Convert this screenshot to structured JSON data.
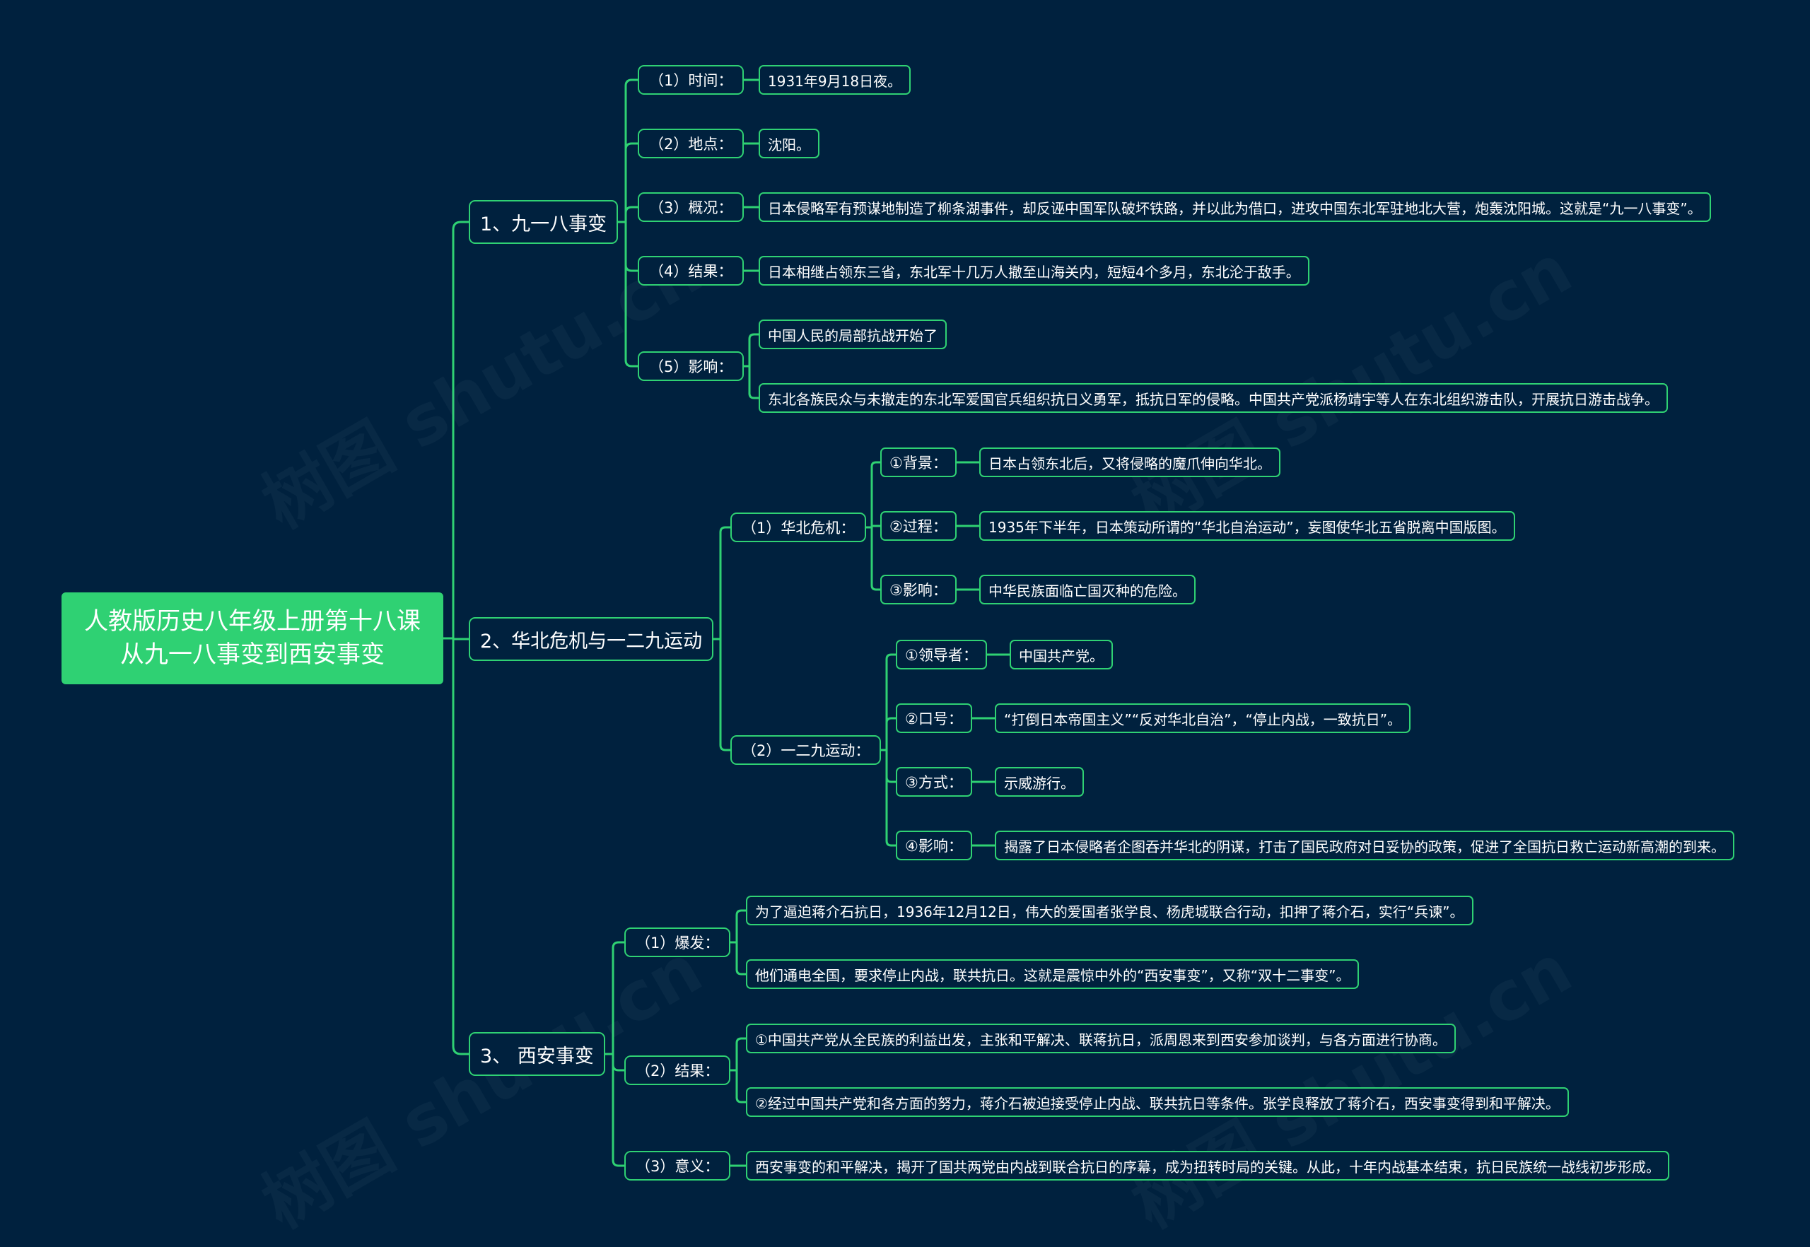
{
  "watermark": "树图 shutu.cn",
  "colors": {
    "background": "#00213e",
    "accent": "#2fd173"
  },
  "root": {
    "line1": "人教版历史八年级上册第十八课",
    "line2": "从九一八事变到西安事变"
  },
  "sections": [
    {
      "label": "1、九一八事变",
      "items": [
        {
          "label": "（1）时间：",
          "leaves": [
            "1931年9月18日夜。"
          ]
        },
        {
          "label": "（2）地点：",
          "leaves": [
            "沈阳。"
          ]
        },
        {
          "label": "（3）概况：",
          "leaves": [
            "日本侵略军有预谋地制造了柳条湖事件，却反诬中国军队破坏铁路，并以此为借口，进攻中国东北军驻地北大营，炮轰沈阳城。这就是“九一八事变”。"
          ]
        },
        {
          "label": "（4）结果：",
          "leaves": [
            "日本相继占领东三省，东北军十几万人撤至山海关内，短短4个多月，东北沦于敌手。"
          ]
        },
        {
          "label": "（5）影响：",
          "leaves": [
            "中国人民的局部抗战开始了",
            "东北各族民众与未撤走的东北军爱国官兵组织抗日义勇军，抵抗日军的侵略。中国共产党派杨靖宇等人在东北组织游击队，开展抗日游击战争。"
          ]
        }
      ]
    },
    {
      "label": "2、华北危机与一二九运动",
      "items": [
        {
          "label": "（1）华北危机：",
          "children": [
            {
              "label": "①背景：",
              "leaf": "日本占领东北后，又将侵略的魔爪伸向华北。"
            },
            {
              "label": "②过程：",
              "leaf": "1935年下半年，日本策动所谓的“华北自治运动”，妄图使华北五省脱离中国版图。"
            },
            {
              "label": "③影响：",
              "leaf": "中华民族面临亡国灭种的危险。"
            }
          ]
        },
        {
          "label": "（2）一二九运动：",
          "children": [
            {
              "label": "①领导者：",
              "leaf": "中国共产党。"
            },
            {
              "label": "②口号：",
              "leaf": "“打倒日本帝国主义”“反对华北自治”，“停止内战，一致抗日”。"
            },
            {
              "label": "③方式：",
              "leaf": "示威游行。"
            },
            {
              "label": "④影响：",
              "leaf": "揭露了日本侵略者企图吞并华北的阴谋，打击了国民政府对日妥协的政策，促进了全国抗日救亡运动新高潮的到来。"
            }
          ]
        }
      ]
    },
    {
      "label": "3、 西安事变",
      "items": [
        {
          "label": "（1）爆发：",
          "leaves": [
            "为了逼迫蒋介石抗日，1936年12月12日，伟大的爱国者张学良、杨虎城联合行动，扣押了蒋介石，实行“兵谏”。",
            "他们通电全国，要求停止内战，联共抗日。这就是震惊中外的“西安事变”，又称“双十二事变”。"
          ]
        },
        {
          "label": "（2）结果：",
          "leaves": [
            "①中国共产党从全民族的利益出发，主张和平解决、联蒋抗日，派周恩来到西安参加谈判，与各方面进行协商。",
            "②经过中国共产党和各方面的努力，蒋介石被迫接受停止内战、联共抗日等条件。张学良释放了蒋介石，西安事变得到和平解决。"
          ]
        },
        {
          "label": "（3）意义：",
          "leaves": [
            "西安事变的和平解决，揭开了国共两党由内战到联合抗日的序幕，成为扭转时局的关键。从此，十年内战基本结束，抗日民族统一战线初步形成。"
          ]
        }
      ]
    }
  ]
}
